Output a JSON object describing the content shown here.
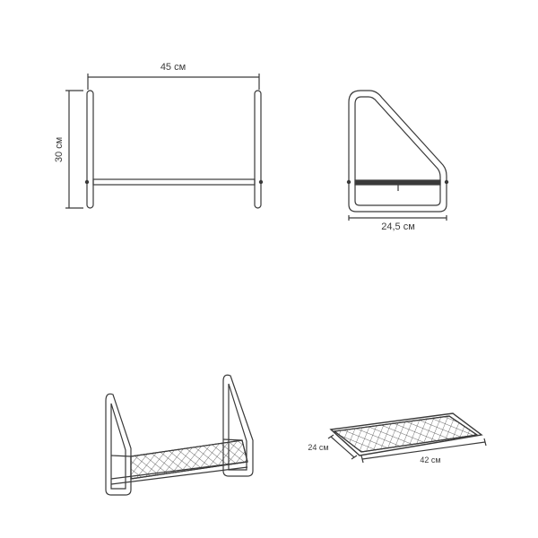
{
  "colors": {
    "line": "#3a3a3a",
    "background": "#ffffff"
  },
  "front_view": {
    "width_label": "45 см",
    "height_label": "30 см"
  },
  "side_view": {
    "depth_label": "24,5 см"
  },
  "mesh_shelf": {
    "depth_label": "24 см",
    "length_label": "42 см"
  }
}
